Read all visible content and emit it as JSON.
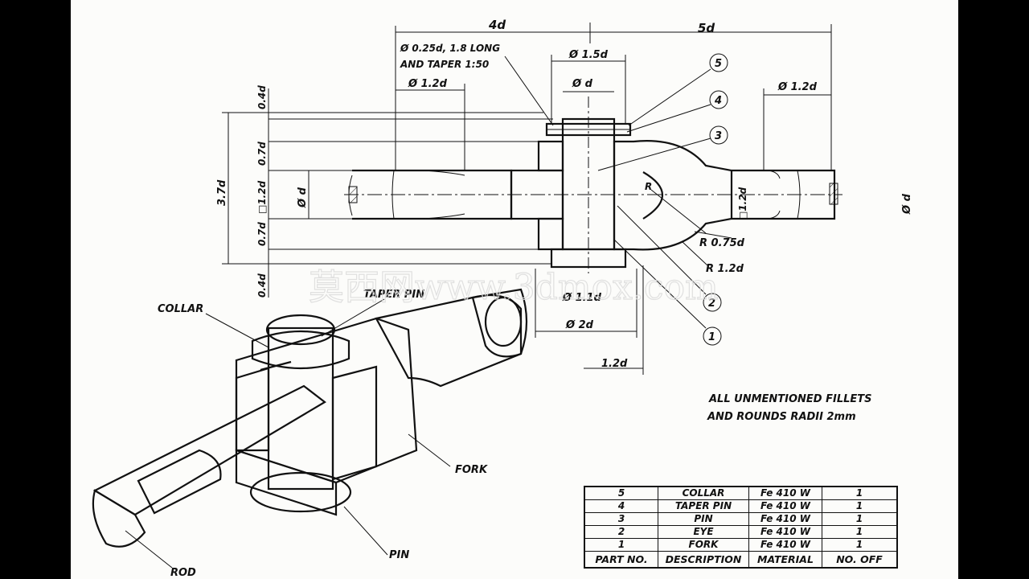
{
  "dims": {
    "top_4d": "4d",
    "top_5d": "5d",
    "taper_note_1": "Ø 0.25d, 1.8 LONG",
    "taper_note_2": "AND TAPER 1:50",
    "dia_1_5d": "Ø 1.5d",
    "dia_d_pin": "Ø d",
    "dia_1_2d_left": "Ø 1.2d",
    "dia_1_2d_right": "Ø 1.2d",
    "v_0_4d_top": "0.4d",
    "v_0_7d_top": "0.7d",
    "v_sq_1_2d": "□1.2d",
    "v_0_7d_bot": "0.7d",
    "v_0_4d_bot": "0.4d",
    "v_3_7d": "3.7d",
    "v_dia_d_left": "Ø d",
    "v_sq_1_2d_right": "□1.2d",
    "v_dia_d_right": "Ø d",
    "radius_r": "R",
    "r_0_75d": "R 0.75d",
    "r_1_2d": "R 1.2d",
    "bottom_1_1d": "Ø 1.1d",
    "bottom_2d": "Ø 2d",
    "bottom_1_2d": "1.2d",
    "balloons": [
      "5",
      "4",
      "3",
      "2",
      "1"
    ]
  },
  "labels": {
    "taper_pin": "TAPER PIN",
    "collar": "COLLAR",
    "fork": "FORK",
    "pin": "PIN",
    "rod": "ROD"
  },
  "notes": {
    "line1": "ALL UNMENTIONED FILLETS",
    "line2": "AND ROUNDS RADII 2mm"
  },
  "watermark": "莫西网www.3dmox.com",
  "bom": {
    "rows": [
      [
        "5",
        "COLLAR",
        "Fe 410 W",
        "1"
      ],
      [
        "4",
        "TAPER PIN",
        "Fe 410 W",
        "1"
      ],
      [
        "3",
        "PIN",
        "Fe 410 W",
        "1"
      ],
      [
        "2",
        "EYE",
        "Fe 410 W",
        "1"
      ],
      [
        "1",
        "FORK",
        "Fe 410 W",
        "1"
      ]
    ],
    "header": [
      "PART NO.",
      "DESCRIPTION",
      "MATERIAL",
      "NO. OFF"
    ]
  }
}
